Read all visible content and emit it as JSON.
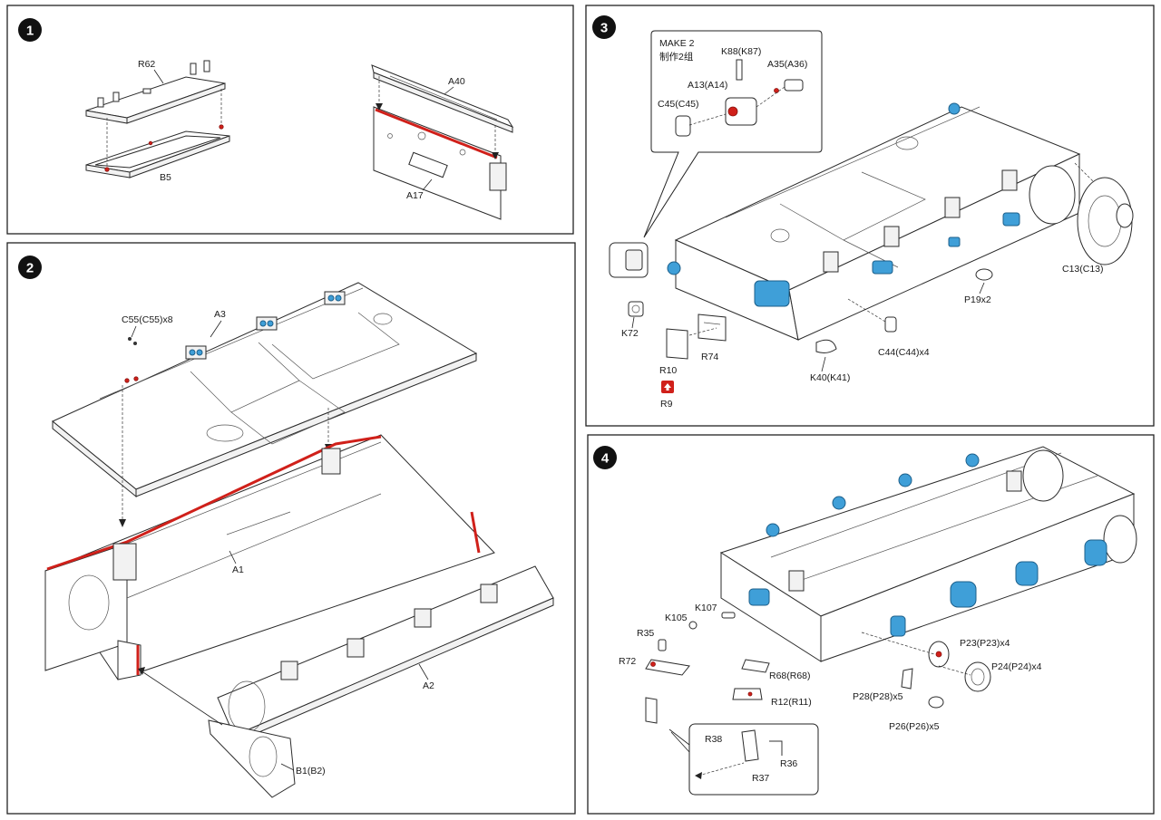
{
  "steps": [
    {
      "number": "1",
      "labels": {
        "r62": "R62",
        "b5": "B5",
        "a40": "A40",
        "a17": "A17"
      }
    },
    {
      "number": "2",
      "labels": {
        "c55": "C55(C55)x8",
        "a3": "A3",
        "a1": "A1",
        "a2": "A2",
        "b1": "B1(B2)"
      }
    },
    {
      "number": "3",
      "callout": {
        "make": "MAKE 2",
        "make_cn": "制作2组"
      },
      "labels": {
        "k88": "K88(K87)",
        "a35": "A35(A36)",
        "a13": "A13(A14)",
        "c45": "C45(C45)",
        "c13": "C13(C13)",
        "p19": "P19x2",
        "k72": "K72",
        "r74": "R74",
        "r10": "R10",
        "r9": "R9",
        "c44": "C44(C44)x4",
        "k40": "K40(K41)"
      }
    },
    {
      "number": "4",
      "labels": {
        "k107": "K107",
        "k105": "K105",
        "r35": "R35",
        "r72": "R72",
        "p23": "P23(P23)x4",
        "p24": "P24(P24)x4",
        "r68": "R68(R68)",
        "r12": "R12(R11)",
        "p28": "P28(P28)x5",
        "p26": "P26(P26)x5",
        "r38": "R38",
        "r37": "R37",
        "r36": "R36"
      }
    }
  ],
  "colors": {
    "glue": "#d0201a",
    "highlight_part": "#3f9fd8",
    "step_badge": "#111111"
  },
  "icons": {
    "r9_badge": "red-arrow-badge-icon"
  }
}
